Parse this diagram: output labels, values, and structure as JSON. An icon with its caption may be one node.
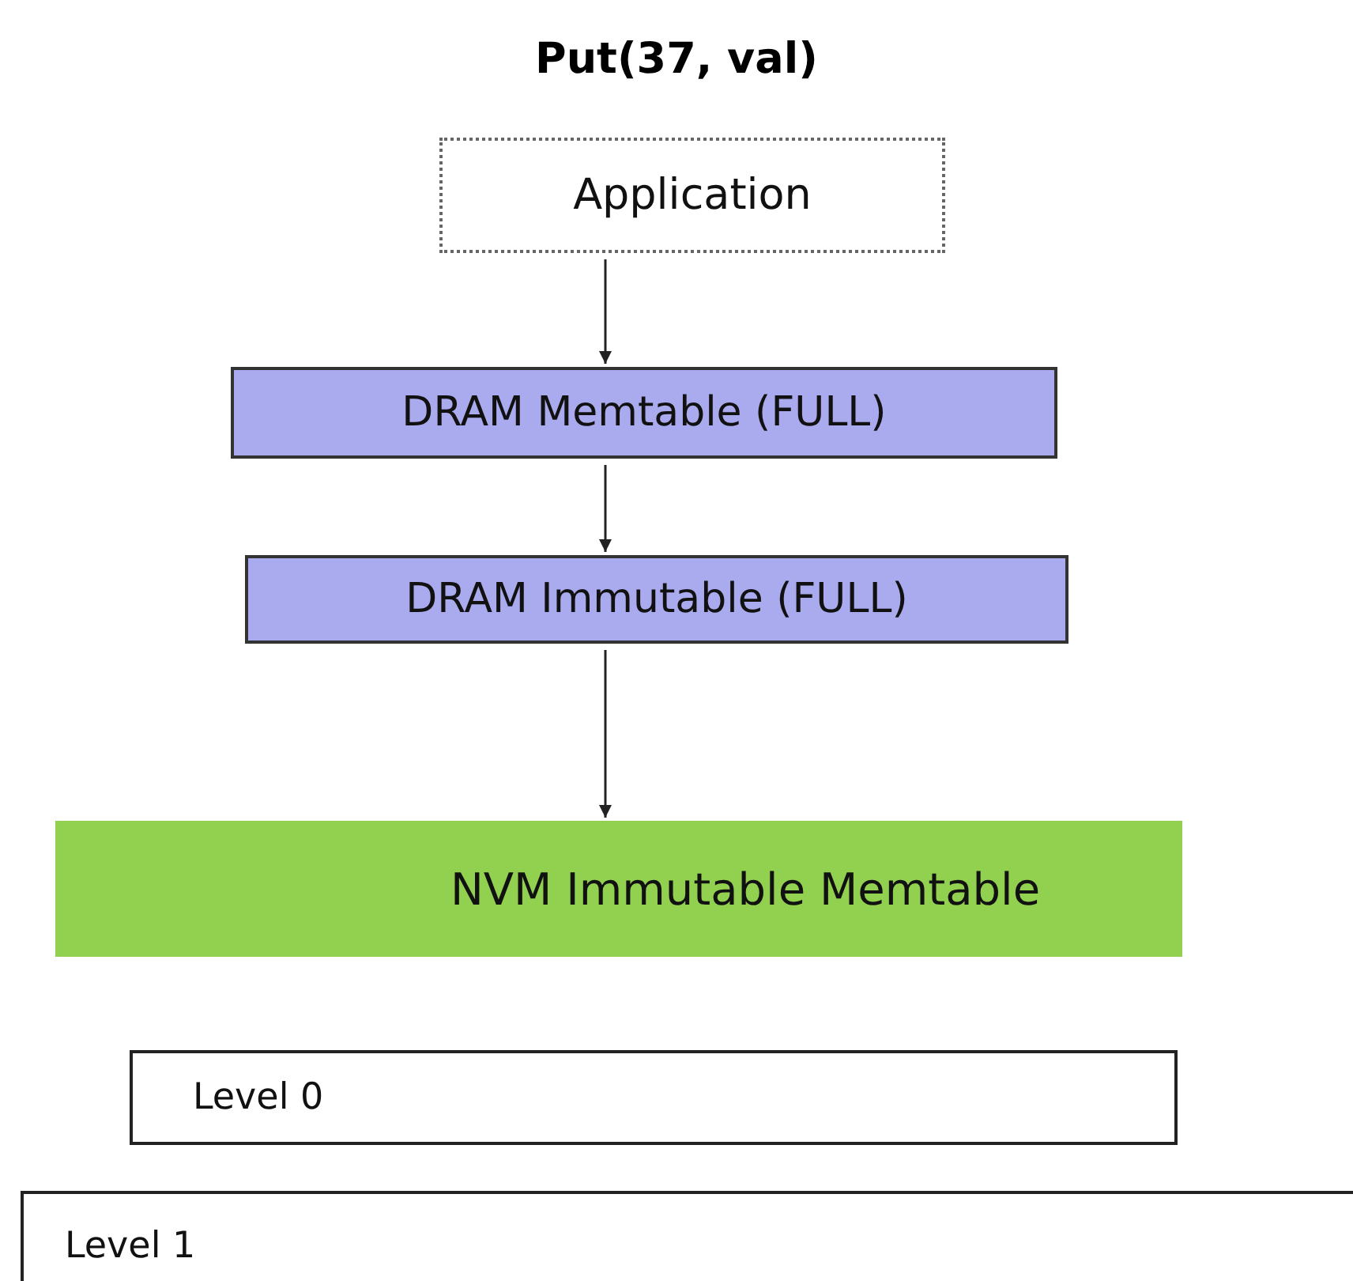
{
  "diagram": {
    "title": "Put(37, val)",
    "nodes": [
      {
        "text": [
          "Application"
        ]
      },
      {
        "text": [
          "DRAM Memtable (FULL)"
        ]
      },
      {
        "text": [
          "DRAM Immutable (FULL)"
        ]
      },
      {
        "text": [
          "NVM Immutable Memtable"
        ]
      },
      {
        "text": [
          "Level 0"
        ]
      },
      {
        "text": [
          "Level 1"
        ]
      }
    ],
    "edges": [
      {
        "from": 0,
        "to": 1,
        "arrow": "to"
      },
      {
        "from": 1,
        "to": 2,
        "arrow": "to"
      },
      {
        "from": 2,
        "to": 3,
        "arrow": "to"
      }
    ]
  }
}
